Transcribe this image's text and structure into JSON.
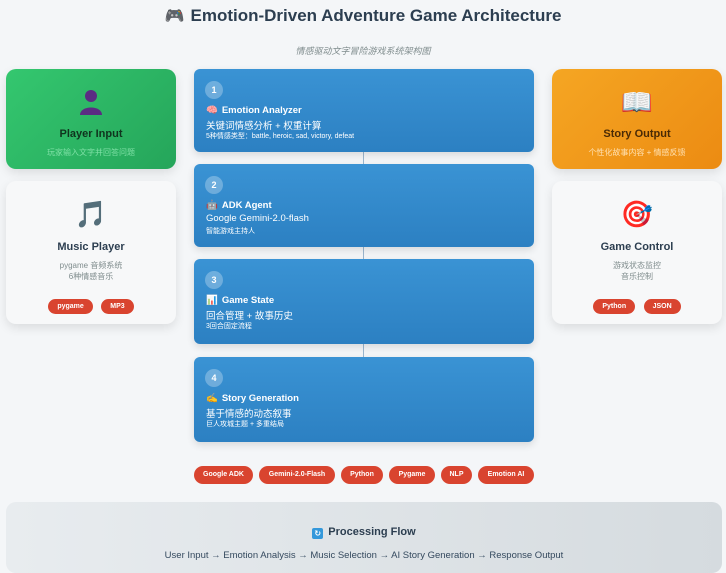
{
  "header": {
    "icon": "game-controller-icon",
    "title": "Emotion-Driven Adventure Game Architecture",
    "subtitle": "情感驱动文字冒险游戏系统架构图"
  },
  "left": {
    "player_input": {
      "icon": "user-icon",
      "title": "Player Input",
      "desc": "玩家输入文字并回答问题"
    },
    "music_player": {
      "icon": "music-note-icon",
      "title": "Music Player",
      "desc1": "pygame 音频系统",
      "desc2": "6种情感音乐",
      "tags": [
        "pygame",
        "MP3"
      ]
    }
  },
  "right": {
    "story_output": {
      "icon": "book-icon",
      "title": "Story Output",
      "desc": "个性化故事内容 + 情感反馈"
    },
    "game_control": {
      "icon": "target-icon",
      "title": "Game Control",
      "desc1": "游戏状态监控",
      "desc2": "音乐控制",
      "tags": [
        "Python",
        "JSON"
      ]
    }
  },
  "steps": [
    {
      "num": "1",
      "icon": "brain-icon",
      "title": "Emotion Analyzer",
      "desc": "关键词情感分析 + 权重计算",
      "sub": "5种情感类型：battle, heroic, sad, victory, defeat"
    },
    {
      "num": "2",
      "icon": "robot-icon",
      "title": "ADK Agent",
      "desc": "Google Gemini-2.0-flash",
      "sub": "智能游戏主持人"
    },
    {
      "num": "3",
      "icon": "chart-icon",
      "title": "Game State",
      "desc": "回合管理 + 故事历史",
      "sub": "3回合固定流程"
    },
    {
      "num": "4",
      "icon": "writing-hand-icon",
      "title": "Story Generation",
      "desc": "基于情感的动态叙事",
      "sub": "巨人攻城主题 + 多重结局"
    }
  ],
  "tech_tags": [
    "Google ADK",
    "Gemini-2.0-Flash",
    "Python",
    "Pygame",
    "NLP",
    "Emotion AI"
  ],
  "flow": {
    "icon": "refresh-icon",
    "title": "Processing Flow",
    "text": "User Input → Emotion Analysis → Music Selection → AI Story Generation → Response Output"
  }
}
